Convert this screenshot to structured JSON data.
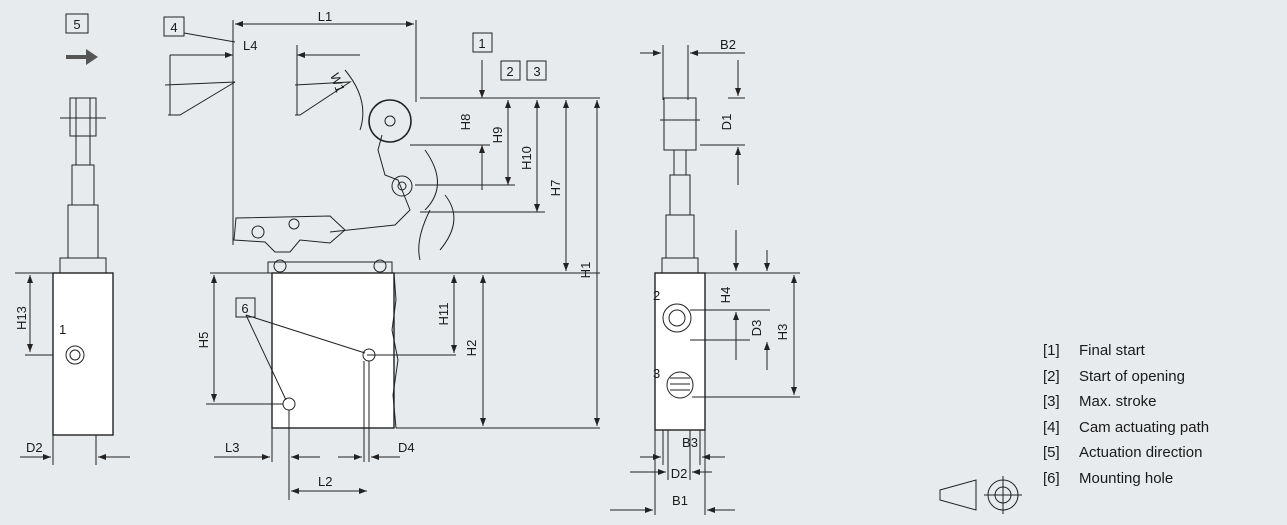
{
  "callouts": {
    "c1": "1",
    "c2": "2",
    "c3": "3",
    "c4": "4",
    "c5": "5",
    "c6": "6"
  },
  "dimensions": {
    "L1": "L1",
    "L2": "L2",
    "L3": "L3",
    "L4": "L4",
    "W1": "W1",
    "H1": "H1",
    "H2": "H2",
    "H3": "H3",
    "H4": "H4",
    "H5": "H5",
    "H7": "H7",
    "H8": "H8",
    "H9": "H9",
    "H10": "H10",
    "H11": "H11",
    "H13": "H13",
    "B1": "B1",
    "B2": "B2",
    "B3": "B3",
    "D1": "D1",
    "D2": "D2",
    "D3": "D3",
    "D4": "D4"
  },
  "port_labels": {
    "p1": "1",
    "p2": "2",
    "p3": "3"
  },
  "legend": [
    {
      "num": "[1]",
      "text": "Final start"
    },
    {
      "num": "[2]",
      "text": "Start of opening"
    },
    {
      "num": "[3]",
      "text": "Max. stroke"
    },
    {
      "num": "[4]",
      "text": "Cam actuating path"
    },
    {
      "num": "[5]",
      "text": "Actuation direction"
    },
    {
      "num": "[6]",
      "text": "Mounting hole"
    }
  ]
}
